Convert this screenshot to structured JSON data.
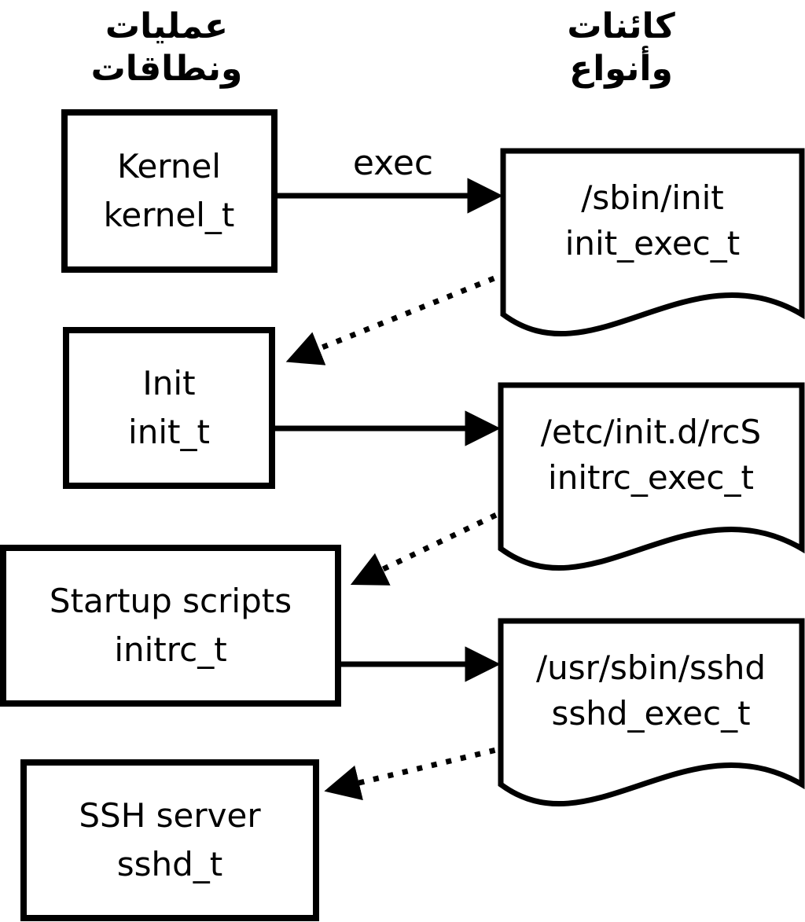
{
  "headers": {
    "processes_column": {
      "line1": "عمليات",
      "line2": "ونطاقات"
    },
    "objects_column": {
      "line1": "كائنات",
      "line2": "وأنواع"
    }
  },
  "processes": [
    {
      "name": "Kernel",
      "type": "kernel_t"
    },
    {
      "name": "Init",
      "type": "init_t"
    },
    {
      "name": "Startup scripts",
      "type": "initrc_t"
    },
    {
      "name": "SSH server",
      "type": "sshd_t"
    }
  ],
  "objects": [
    {
      "path": "/sbin/init",
      "type": "init_exec_t"
    },
    {
      "path": "/etc/init.d/rcS",
      "type": "initrc_exec_t"
    },
    {
      "path": "/usr/sbin/sshd",
      "type": "sshd_exec_t"
    }
  ],
  "labels": {
    "exec": "exec"
  },
  "colors": {
    "stroke": "#000000",
    "background": "#ffffff"
  }
}
